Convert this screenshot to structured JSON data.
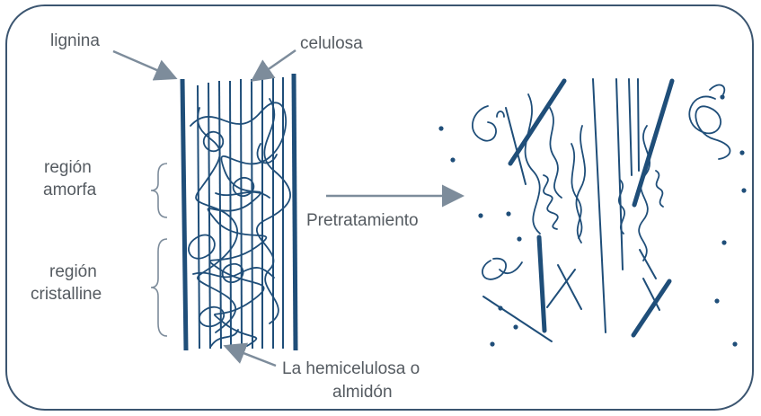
{
  "labels": {
    "lignina": "lignina",
    "celulosa": "celulosa",
    "region_amorfa_1": "región",
    "region_amorfa_2": "amorfa",
    "region_cristalline_1": "región",
    "region_cristalline_2": "cristalline",
    "pretratamiento": "Pretratamiento",
    "hemicelulosa_1": "La hemicelulosa o",
    "hemicelulosa_2": "almidón"
  },
  "colors": {
    "fiber": "#1f4e79",
    "arrow": "#7d8c9b",
    "text": "#555b61",
    "border": "#3b5570"
  }
}
